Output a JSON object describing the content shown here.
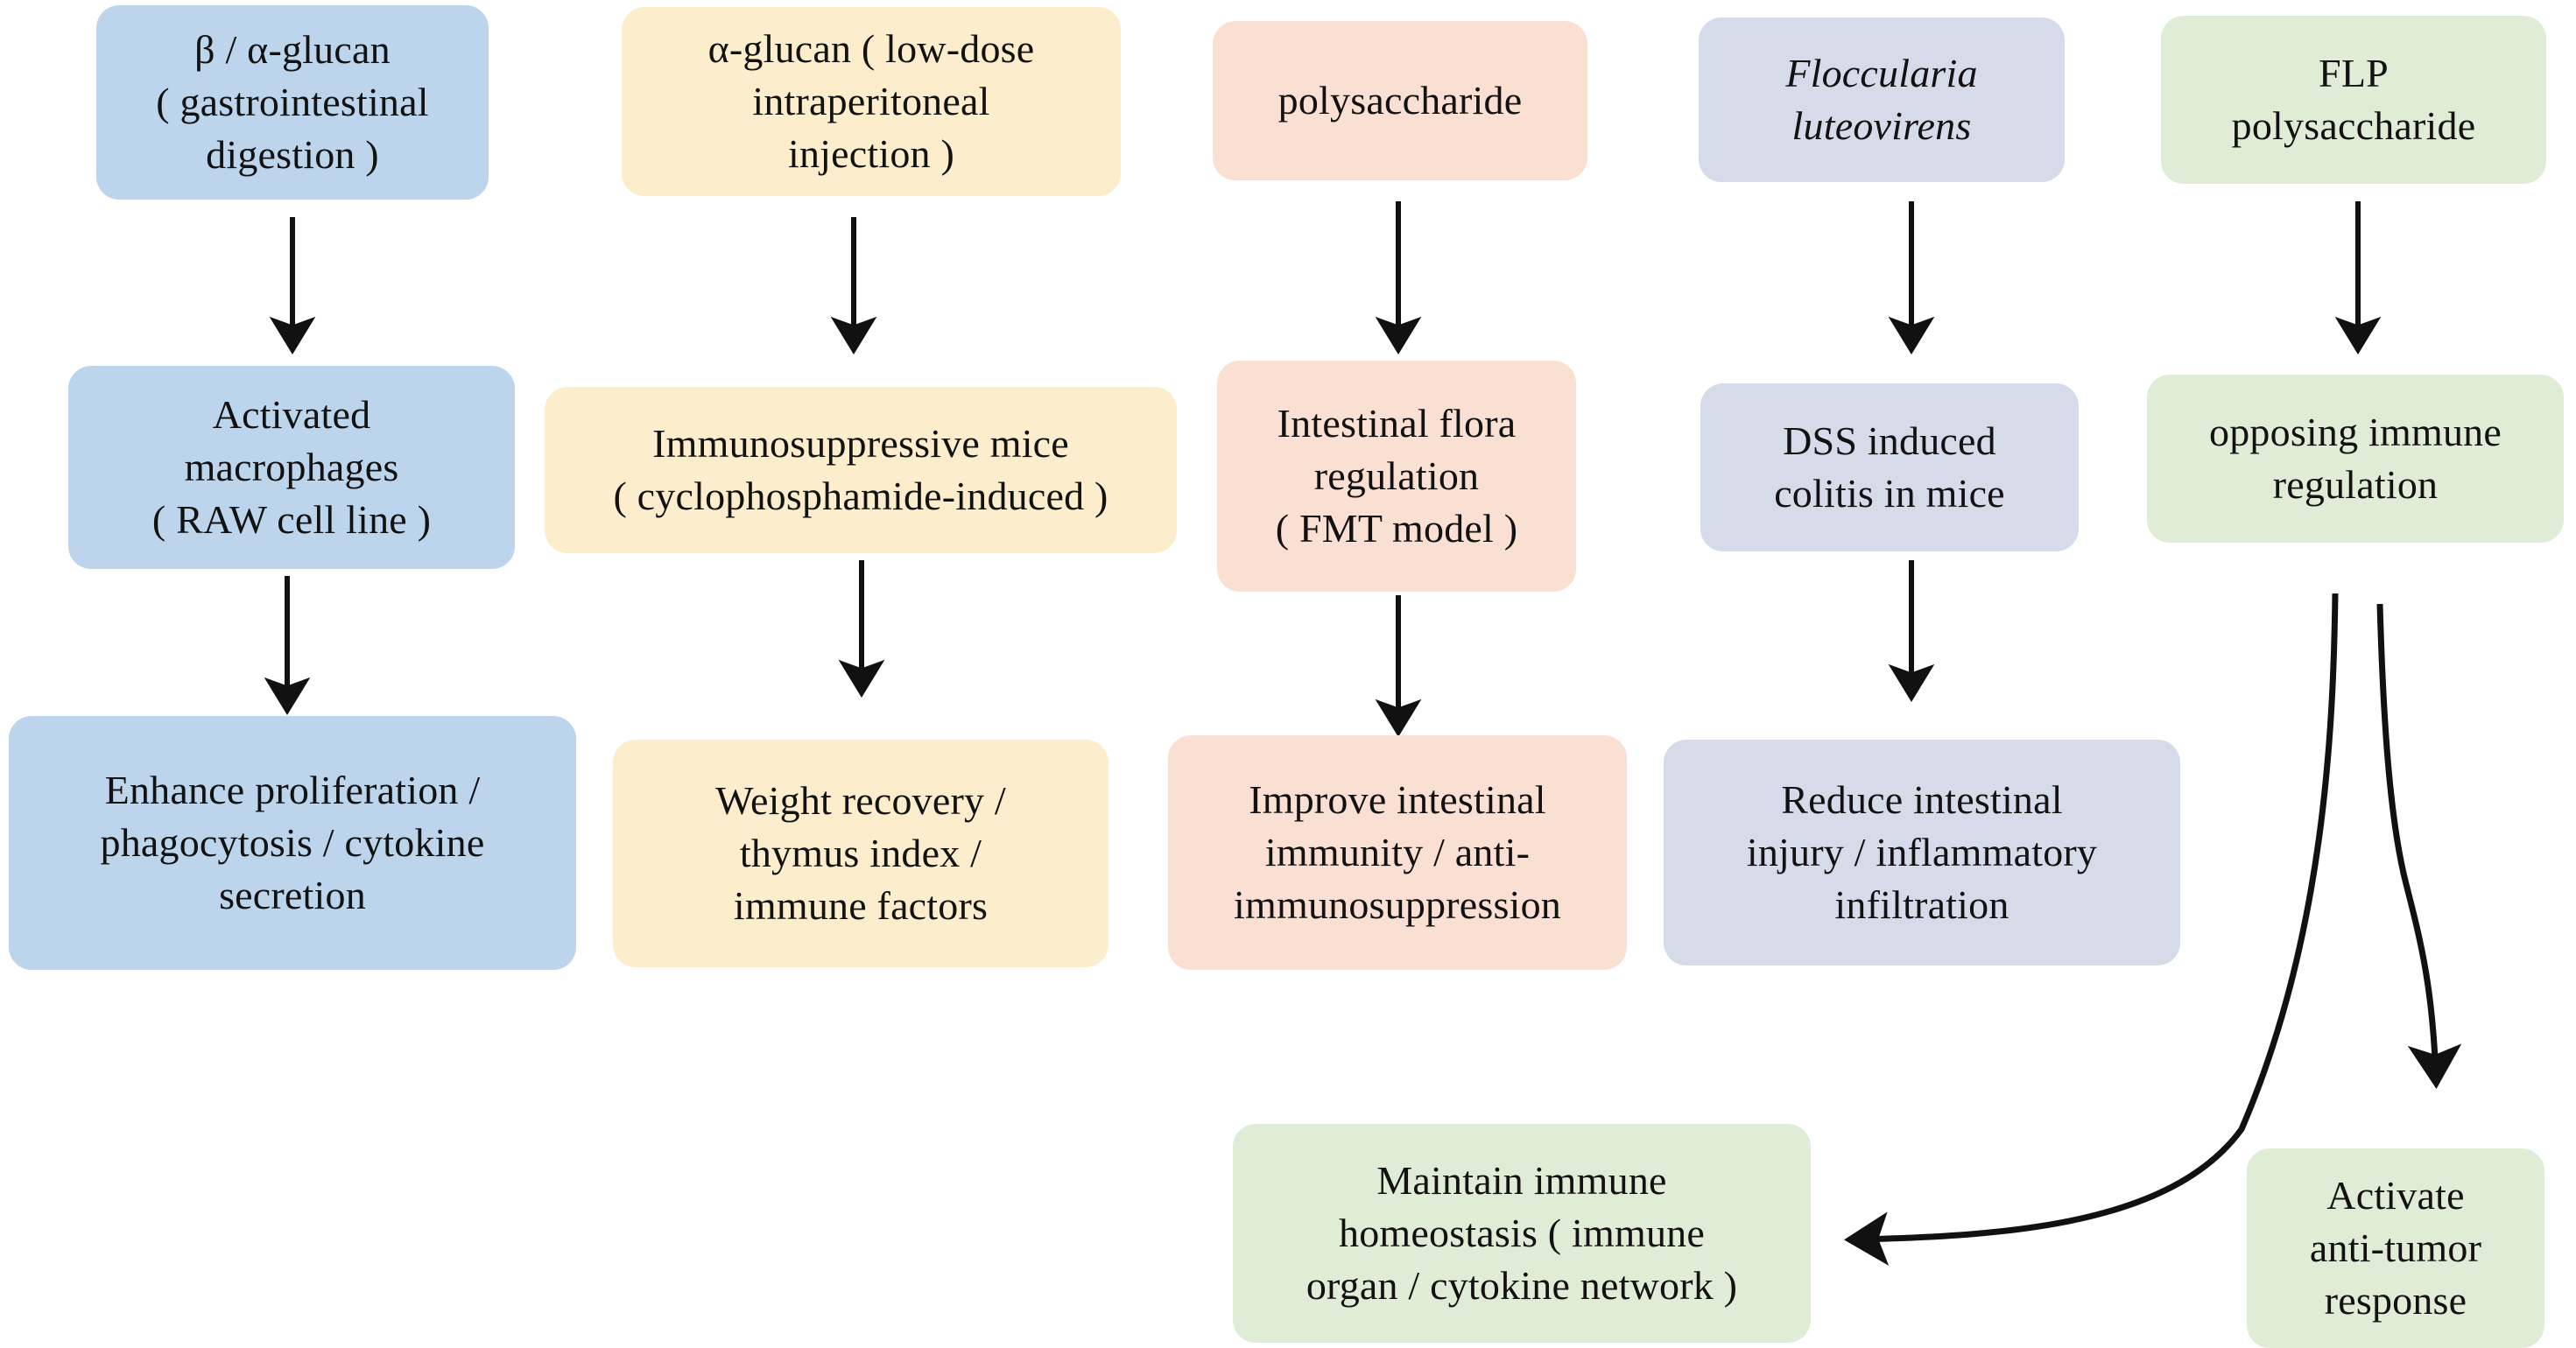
{
  "diagram": {
    "type": "flowchart",
    "title": "",
    "background": "#ffffff",
    "palette": {
      "blue": "#bdd5ec",
      "yellow": "#fceecd",
      "peach": "#fae0d2",
      "gray": "#d5dbe8",
      "green": "#e0edd6",
      "arrow": "#111111",
      "text": "#121212"
    },
    "columns": [
      {
        "name": "column-1",
        "color": "blue"
      },
      {
        "name": "column-2",
        "color": "yellow"
      },
      {
        "name": "column-3",
        "color": "peach"
      },
      {
        "name": "column-4",
        "color": "gray"
      },
      {
        "name": "column-5",
        "color": "green"
      }
    ],
    "nodes": [
      {
        "id": "n1",
        "label": "β / α-glucan\n( gastrointestinal\ndigestion )",
        "color": "blue",
        "row": 1,
        "column": 1,
        "italic": false
      },
      {
        "id": "n2",
        "label": "α-glucan ( low-dose\nintraperitoneal\ninjection )",
        "color": "yellow",
        "row": 1,
        "column": 2,
        "italic": false
      },
      {
        "id": "n3",
        "label": "polysaccharide",
        "color": "peach",
        "row": 1,
        "column": 3,
        "italic": false
      },
      {
        "id": "n4",
        "label": "Floccularia\nluteovirens",
        "color": "gray",
        "row": 1,
        "column": 4,
        "italic": true
      },
      {
        "id": "n5",
        "label": "FLP\npolysaccharide",
        "color": "green",
        "row": 1,
        "column": 5,
        "italic": false
      },
      {
        "id": "n6",
        "label": "Activated\nmacrophages\n( RAW cell line )",
        "color": "blue",
        "row": 2,
        "column": 1,
        "italic": false
      },
      {
        "id": "n7",
        "label": "Immunosuppressive mice\n( cyclophosphamide-induced )",
        "color": "yellow",
        "row": 2,
        "column": 2,
        "italic": false
      },
      {
        "id": "n8",
        "label": "Intestinal flora\nregulation\n( FMT model )",
        "color": "peach",
        "row": 2,
        "column": 3,
        "italic": false
      },
      {
        "id": "n9",
        "label": "DSS induced\ncolitis in mice",
        "color": "gray",
        "row": 2,
        "column": 4,
        "italic": false
      },
      {
        "id": "n10",
        "label": "opposing immune\nregulation",
        "color": "green",
        "row": 2,
        "column": 5,
        "italic": false
      },
      {
        "id": "n11",
        "label": "Enhance proliferation /\nphagocytosis / cytokine\nsecretion",
        "color": "blue",
        "row": 3,
        "column": 1,
        "italic": false
      },
      {
        "id": "n12",
        "label": "Weight recovery /\nthymus index /\nimmune factors",
        "color": "yellow",
        "row": 3,
        "column": 2,
        "italic": false
      },
      {
        "id": "n13",
        "label": "Improve intestinal\nimmunity / anti-\nimmunosuppression",
        "color": "peach",
        "row": 3,
        "column": 3,
        "italic": false
      },
      {
        "id": "n14",
        "label": "Reduce intestinal\ninjury / inflammatory\ninfiltration",
        "color": "gray",
        "row": 3,
        "column": 4,
        "italic": false
      },
      {
        "id": "n15",
        "label": "Maintain immune\nhomeostasis ( immune\norgan / cytokine network )",
        "color": "green",
        "row": 4,
        "column": 3,
        "italic": false
      },
      {
        "id": "n16",
        "label": "Activate\nanti-tumor\nresponse",
        "color": "green",
        "row": 4,
        "column": 5,
        "italic": false
      }
    ],
    "edges": [
      {
        "from": "n1",
        "to": "n6",
        "style": "straight-down-arrow"
      },
      {
        "from": "n2",
        "to": "n7",
        "style": "straight-down-arrow"
      },
      {
        "from": "n3",
        "to": "n8",
        "style": "straight-down-arrow"
      },
      {
        "from": "n4",
        "to": "n9",
        "style": "straight-down-arrow"
      },
      {
        "from": "n5",
        "to": "n10",
        "style": "straight-down-arrow"
      },
      {
        "from": "n6",
        "to": "n11",
        "style": "straight-down-arrow"
      },
      {
        "from": "n7",
        "to": "n12",
        "style": "straight-down-arrow"
      },
      {
        "from": "n8",
        "to": "n13",
        "style": "straight-down-arrow"
      },
      {
        "from": "n9",
        "to": "n14",
        "style": "straight-down-arrow"
      },
      {
        "from": "n10",
        "to": "n15",
        "style": "curved-left-arrow"
      },
      {
        "from": "n10",
        "to": "n16",
        "style": "curved-down-arrow"
      }
    ]
  }
}
